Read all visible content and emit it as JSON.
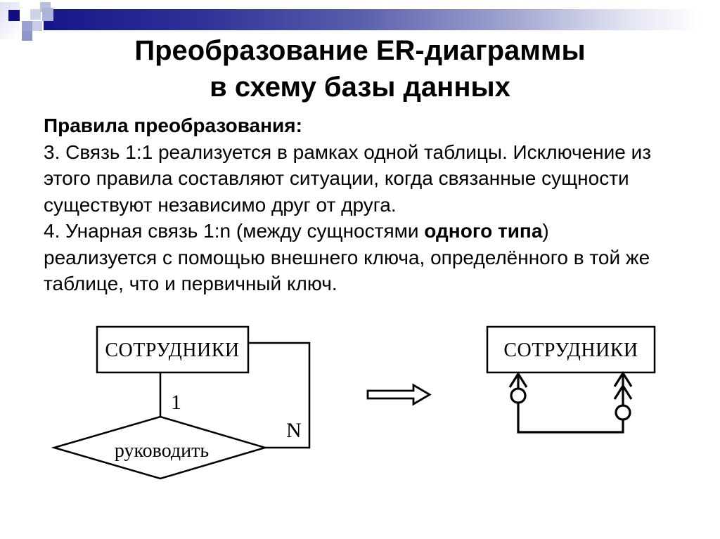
{
  "slide": {
    "title": {
      "line1": "Преобразование ER-диаграммы",
      "line2": "в схему базы данных"
    },
    "rules": {
      "heading": "Правила преобразования:",
      "rule3_lines": [
        "3. Связь 1:1 реализуется в рамках одной таблицы. Исключение из",
        "этого правила составляют ситуации, когда связанные сущности",
        "существуют независимо друг от друга."
      ],
      "rule4": {
        "prefix": "4. Унарная связь 1:n (между сущностями ",
        "bold": "одного типа",
        "suffix": ")"
      },
      "rule4_lines": [
        "реализуется с помощью внешнего ключа, определённого в той же",
        "таблице, что и первичный ключ."
      ]
    },
    "diagram": {
      "er": {
        "entity": "СОТРУДНИКИ",
        "relation": "руководить",
        "cardinality_one": "1",
        "cardinality_many": "N"
      },
      "schema": {
        "entity": "СОТРУДНИКИ"
      }
    },
    "icons": {
      "transform_arrow_icon": "hollow-block-arrow-right",
      "arrowhead_icon": "chevron-up",
      "optionality_icon": "circle"
    },
    "colors": {
      "background": "#ffffff",
      "text": "#000000",
      "accent_navy": "#0f0f80",
      "bar_gradient_start": "#18188a",
      "bar_gradient_end": "#ffffff",
      "decor_lavender": "#ced2ea",
      "decor_slate": "#9aa2d0"
    }
  }
}
